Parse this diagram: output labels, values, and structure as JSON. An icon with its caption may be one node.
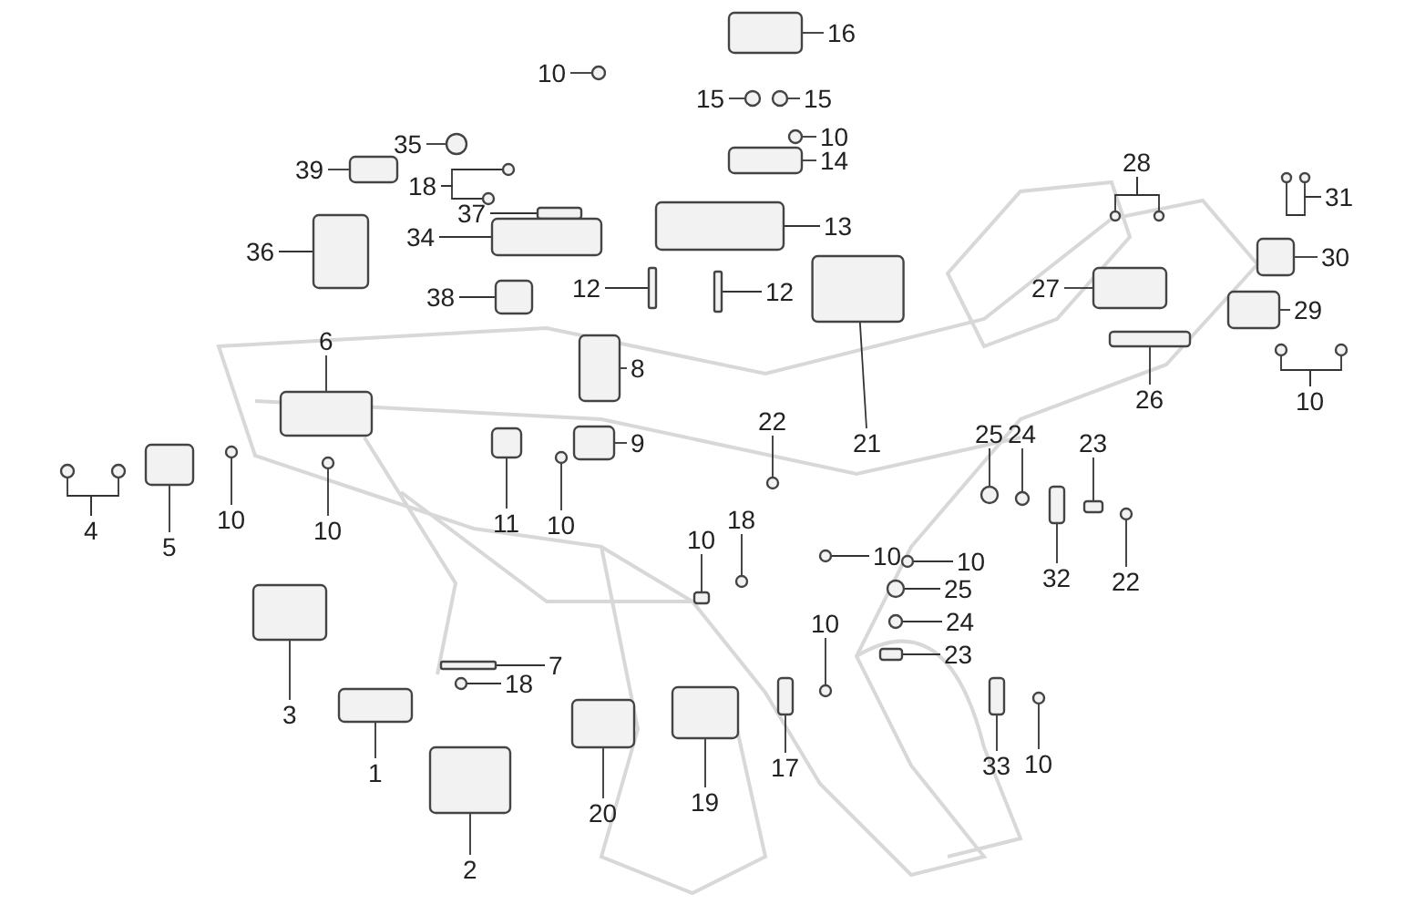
{
  "diagram": {
    "nodes": [
      {
        "text": [
          "16"
        ]
      },
      {
        "text": [
          "10"
        ]
      },
      {
        "text": [
          "15"
        ]
      },
      {
        "text": [
          "15"
        ]
      },
      {
        "text": [
          "10"
        ]
      },
      {
        "text": [
          "35"
        ]
      },
      {
        "text": [
          "28"
        ]
      },
      {
        "text": [
          "31"
        ]
      },
      {
        "text": [
          "39"
        ]
      },
      {
        "text": [
          "18"
        ]
      },
      {
        "text": [
          "14"
        ]
      },
      {
        "text": [
          "37"
        ]
      },
      {
        "text": [
          "34"
        ]
      },
      {
        "text": [
          "36"
        ]
      },
      {
        "text": [
          "13"
        ]
      },
      {
        "text": [
          "30"
        ]
      },
      {
        "text": [
          "27"
        ]
      },
      {
        "text": [
          "38"
        ]
      },
      {
        "text": [
          "12"
        ]
      },
      {
        "text": [
          "12"
        ]
      },
      {
        "text": [
          "29"
        ]
      },
      {
        "text": [
          "6"
        ]
      },
      {
        "text": [
          "8"
        ]
      },
      {
        "text": [
          "26"
        ]
      },
      {
        "text": [
          "10"
        ]
      },
      {
        "text": [
          "22"
        ]
      },
      {
        "text": [
          "21"
        ]
      },
      {
        "text": [
          "9"
        ]
      },
      {
        "text": [
          "25"
        ]
      },
      {
        "text": [
          "24"
        ]
      },
      {
        "text": [
          "23"
        ]
      },
      {
        "text": [
          "4"
        ]
      },
      {
        "text": [
          "5"
        ]
      },
      {
        "text": [
          "10"
        ]
      },
      {
        "text": [
          "10"
        ]
      },
      {
        "text": [
          "11"
        ]
      },
      {
        "text": [
          "10"
        ]
      },
      {
        "text": [
          "10"
        ]
      },
      {
        "text": [
          "18"
        ]
      },
      {
        "text": [
          "10"
        ]
      },
      {
        "text": [
          "10"
        ]
      },
      {
        "text": [
          "32"
        ]
      },
      {
        "text": [
          "22"
        ]
      },
      {
        "text": [
          "25"
        ]
      },
      {
        "text": [
          "24"
        ]
      },
      {
        "text": [
          "23"
        ]
      },
      {
        "text": [
          "10"
        ]
      },
      {
        "text": [
          "7"
        ]
      },
      {
        "text": [
          "18"
        ]
      },
      {
        "text": [
          "3"
        ]
      },
      {
        "text": [
          "1"
        ]
      },
      {
        "text": [
          "17"
        ]
      },
      {
        "text": [
          "33"
        ]
      },
      {
        "text": [
          "10"
        ]
      },
      {
        "text": [
          "20"
        ]
      },
      {
        "text": [
          "19"
        ]
      },
      {
        "text": [
          "2"
        ]
      },
      {
        "text": [],
        "shape": "box"
      },
      {
        "text": [],
        "shape": "circle"
      },
      {
        "text": [],
        "shape": "circle"
      },
      {
        "text": [],
        "shape": "circle"
      },
      {
        "text": [],
        "shape": "circle"
      },
      {
        "text": [],
        "shape": "circle"
      },
      {
        "text": [],
        "shape": "circle"
      },
      {
        "text": [],
        "shape": "circle"
      },
      {
        "text": [],
        "shape": "circle"
      },
      {
        "text": [],
        "shape": "circle"
      },
      {
        "text": [],
        "shape": "box"
      },
      {
        "text": [],
        "shape": "circle"
      },
      {
        "text": [],
        "shape": "circle"
      },
      {
        "text": [],
        "shape": "box"
      },
      {
        "text": [],
        "shape": "box"
      },
      {
        "text": [],
        "shape": "box"
      },
      {
        "text": [],
        "shape": "box"
      },
      {
        "text": [],
        "shape": "box"
      },
      {
        "text": [],
        "shape": "box"
      },
      {
        "text": [],
        "shape": "box"
      },
      {
        "text": [],
        "shape": "box"
      },
      {
        "text": [],
        "shape": "box"
      },
      {
        "text": [],
        "shape": "box"
      },
      {
        "text": [],
        "shape": "box"
      },
      {
        "text": [],
        "shape": "box"
      },
      {
        "text": [],
        "shape": "box"
      },
      {
        "text": [],
        "shape": "box"
      },
      {
        "text": [],
        "shape": "circle"
      },
      {
        "text": [],
        "shape": "circle"
      },
      {
        "text": [],
        "shape": "circle"
      },
      {
        "text": [],
        "shape": "box"
      },
      {
        "text": [],
        "shape": "box"
      },
      {
        "text": [],
        "shape": "circle"
      },
      {
        "text": [],
        "shape": "circle"
      },
      {
        "text": [],
        "shape": "box"
      },
      {
        "text": [],
        "shape": "circle"
      },
      {
        "text": [],
        "shape": "circle"
      },
      {
        "text": [],
        "shape": "box"
      },
      {
        "text": [],
        "shape": "circle"
      },
      {
        "text": [],
        "shape": "circle"
      },
      {
        "text": [],
        "shape": "box"
      },
      {
        "text": [],
        "shape": "circle"
      },
      {
        "text": [],
        "shape": "box"
      },
      {
        "text": [],
        "shape": "circle"
      },
      {
        "text": [],
        "shape": "circle"
      },
      {
        "text": [],
        "shape": "circle"
      },
      {
        "text": [],
        "shape": "box"
      },
      {
        "text": [],
        "shape": "circle"
      },
      {
        "text": [],
        "shape": "circle"
      },
      {
        "text": [],
        "shape": "circle"
      },
      {
        "text": [],
        "shape": "box"
      },
      {
        "text": [],
        "shape": "circle"
      },
      {
        "text": [],
        "shape": "box"
      },
      {
        "text": [],
        "shape": "circle"
      },
      {
        "text": [],
        "shape": "box"
      },
      {
        "text": [],
        "shape": "box"
      },
      {
        "text": [],
        "shape": "box"
      },
      {
        "text": [],
        "shape": "box"
      },
      {
        "text": [],
        "shape": "circle"
      },
      {
        "text": [],
        "shape": "box"
      },
      {
        "text": [],
        "shape": "box"
      },
      {
        "text": [],
        "shape": "box"
      }
    ],
    "edges": [
      {
        "from": 0,
        "to": 57,
        "arrow": "none"
      },
      {
        "from": 1,
        "to": 58,
        "arrow": "none"
      },
      {
        "from": 2,
        "to": 59,
        "arrow": "none"
      },
      {
        "from": 3,
        "to": 60,
        "arrow": "none"
      },
      {
        "from": 4,
        "to": 61,
        "arrow": "none"
      },
      {
        "from": 5,
        "to": 62,
        "arrow": "none"
      },
      {
        "from": 6,
        "to": 63,
        "arrow": "none"
      },
      {
        "from": 6,
        "to": 64,
        "arrow": "none"
      },
      {
        "from": 7,
        "to": 65,
        "arrow": "none"
      },
      {
        "from": 7,
        "to": 66,
        "arrow": "none"
      },
      {
        "from": 8,
        "to": 67,
        "arrow": "none"
      },
      {
        "from": 9,
        "to": 68,
        "arrow": "none"
      },
      {
        "from": 9,
        "to": 69,
        "arrow": "none"
      },
      {
        "from": 10,
        "to": 70,
        "arrow": "none"
      },
      {
        "from": 11,
        "to": 71,
        "arrow": "none"
      },
      {
        "from": 12,
        "to": 72,
        "arrow": "none"
      },
      {
        "from": 13,
        "to": 73,
        "arrow": "none"
      },
      {
        "from": 14,
        "to": 74,
        "arrow": "none"
      },
      {
        "from": 15,
        "to": 75,
        "arrow": "none"
      },
      {
        "from": 16,
        "to": 76,
        "arrow": "none"
      },
      {
        "from": 17,
        "to": 77,
        "arrow": "none"
      },
      {
        "from": 18,
        "to": 78,
        "arrow": "none"
      },
      {
        "from": 19,
        "to": 79,
        "arrow": "none"
      },
      {
        "from": 20,
        "to": 80,
        "arrow": "none"
      },
      {
        "from": 21,
        "to": 81,
        "arrow": "none"
      },
      {
        "from": 22,
        "to": 82,
        "arrow": "none"
      },
      {
        "from": 23,
        "to": 83,
        "arrow": "none"
      },
      {
        "from": 24,
        "to": 84,
        "arrow": "none"
      },
      {
        "from": 24,
        "to": 85,
        "arrow": "none"
      },
      {
        "from": 25,
        "to": 86,
        "arrow": "none"
      },
      {
        "from": 26,
        "to": 87,
        "arrow": "none"
      },
      {
        "from": 27,
        "to": 88,
        "arrow": "none"
      },
      {
        "from": 28,
        "to": 89,
        "arrow": "none"
      },
      {
        "from": 29,
        "to": 90,
        "arrow": "none"
      },
      {
        "from": 30,
        "to": 91,
        "arrow": "none"
      },
      {
        "from": 31,
        "to": 92,
        "arrow": "none"
      },
      {
        "from": 31,
        "to": 93,
        "arrow": "none"
      },
      {
        "from": 32,
        "to": 94,
        "arrow": "none"
      },
      {
        "from": 33,
        "to": 95,
        "arrow": "none"
      },
      {
        "from": 34,
        "to": 96,
        "arrow": "none"
      },
      {
        "from": 35,
        "to": 97,
        "arrow": "none"
      },
      {
        "from": 36,
        "to": 98,
        "arrow": "none"
      },
      {
        "from": 37,
        "to": 99,
        "arrow": "none"
      },
      {
        "from": 38,
        "to": 100,
        "arrow": "none"
      },
      {
        "from": 39,
        "to": 101,
        "arrow": "none"
      },
      {
        "from": 40,
        "to": 102,
        "arrow": "none"
      },
      {
        "from": 41,
        "to": 103,
        "arrow": "none"
      },
      {
        "from": 42,
        "to": 104,
        "arrow": "none"
      },
      {
        "from": 43,
        "to": 105,
        "arrow": "none"
      },
      {
        "from": 44,
        "to": 106,
        "arrow": "none"
      },
      {
        "from": 45,
        "to": 107,
        "arrow": "none"
      },
      {
        "from": 46,
        "to": 108,
        "arrow": "none"
      },
      {
        "from": 47,
        "to": 109,
        "arrow": "none"
      },
      {
        "from": 48,
        "to": 110,
        "arrow": "none"
      },
      {
        "from": 49,
        "to": 111,
        "arrow": "none"
      },
      {
        "from": 50,
        "to": 112,
        "arrow": "none"
      },
      {
        "from": 51,
        "to": 113,
        "arrow": "none"
      },
      {
        "from": 52,
        "to": 114,
        "arrow": "none"
      },
      {
        "from": 53,
        "to": 115,
        "arrow": "none"
      },
      {
        "from": 54,
        "to": 116,
        "arrow": "none"
      },
      {
        "from": 55,
        "to": 117,
        "arrow": "none"
      },
      {
        "from": 56,
        "to": 118,
        "arrow": "none"
      }
    ]
  }
}
